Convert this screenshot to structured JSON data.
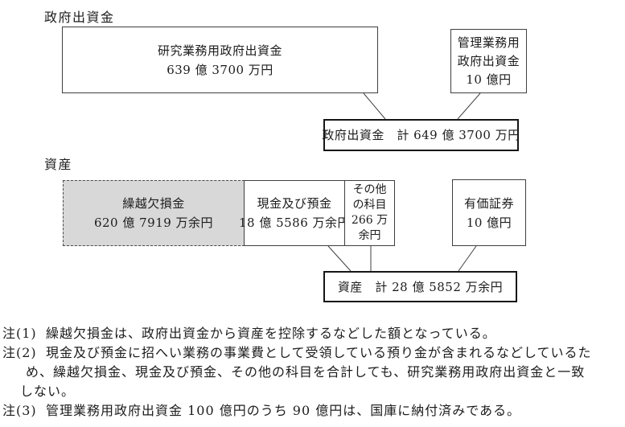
{
  "sections": {
    "capital": {
      "label": "政府出資金",
      "research_box": {
        "title": "研究業務用政府出資金",
        "amount": "639 億 3700 万円"
      },
      "admin_box": {
        "line1": "管理業務用",
        "line2": "政府出資金",
        "line3": "10 億円"
      },
      "total_box": {
        "text": "政府出資金　計 649 億 3700 万円"
      }
    },
    "assets": {
      "label": "資産",
      "deficit_box": {
        "title": "繰越欠損金",
        "amount": "620 億 7919 万余円"
      },
      "cash_box": {
        "title": "現金及び預金",
        "amount": "18 億 5586 万余円"
      },
      "other_box": {
        "line1": "その他",
        "line2": "の科目",
        "line3": "266 万",
        "line4": "余円"
      },
      "securities_box": {
        "title": "有価証券",
        "amount": "10 億円"
      },
      "total_box": {
        "text": "資産　計 28 億 5852 万余円"
      }
    }
  },
  "notes": [
    {
      "label": "注(1)",
      "lines": [
        "繰越欠損金は、政府出資金から資産を控除するなどした額となっている。"
      ]
    },
    {
      "label": "注(2)",
      "lines": [
        "現金及び預金に招へい業務の事業費として受領している預り金が含まれるなどしているた",
        "め、繰越欠損金、現金及び預金、その他の科目を合計しても、研究業務用政府出資金と一致",
        "しない。"
      ]
    },
    {
      "label": "注(3)",
      "lines": [
        "管理業務用政府出資金 100 億円のうち 90 億円は、国庫に納付済みである。"
      ]
    }
  ],
  "colors": {
    "deficit_fill": "#d8d8d8",
    "connector": "#3f3f3f",
    "text": "#1c1c1c",
    "background": "#ffffff"
  }
}
